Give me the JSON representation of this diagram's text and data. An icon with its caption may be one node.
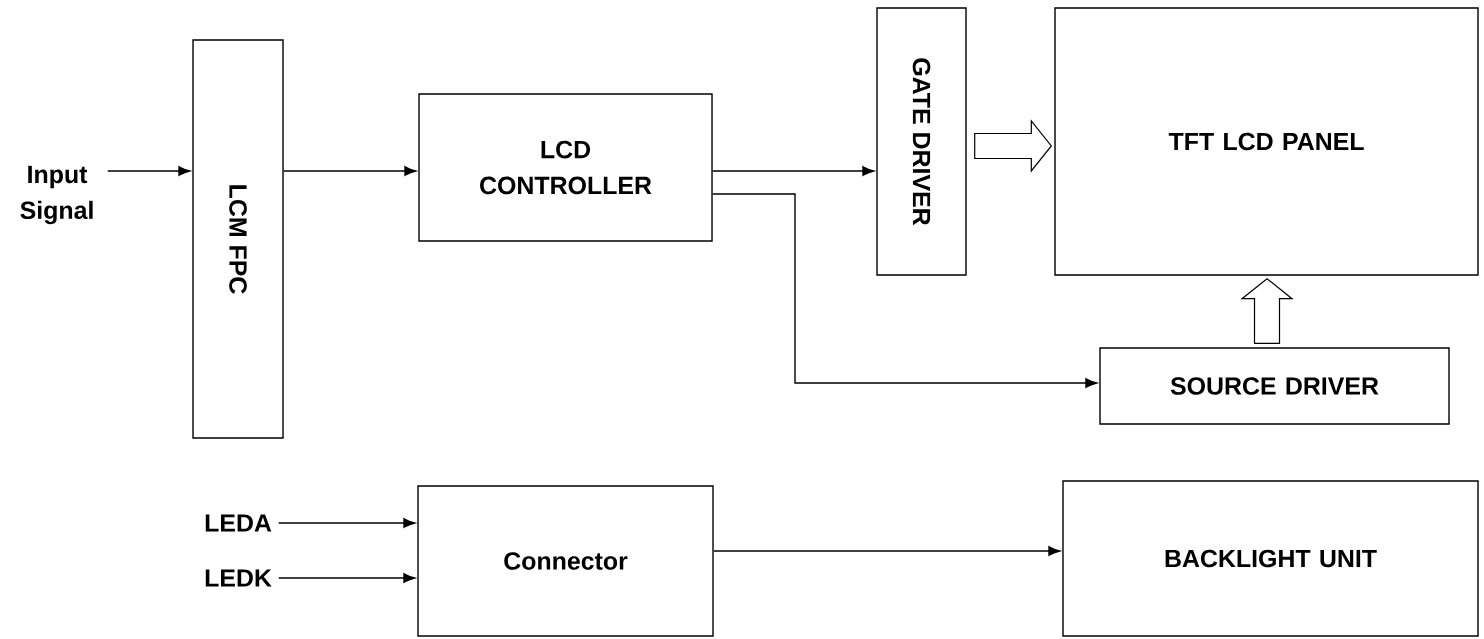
{
  "diagram": {
    "nodes": [
      {
        "text": [
          "Input Signal"
        ]
      },
      {
        "text": [
          "LCM FPC"
        ]
      },
      {
        "text": [
          "LCD CONTROLLER"
        ]
      },
      {
        "text": [
          "GATE DRIVER"
        ]
      },
      {
        "text": [
          "TFT LCD PANEL"
        ]
      },
      {
        "text": [
          "SOURCE DRIVER"
        ]
      },
      {
        "text": [
          "LEDA"
        ]
      },
      {
        "text": [
          "LEDK"
        ]
      },
      {
        "text": [
          "Connector"
        ]
      },
      {
        "text": [
          "BACKLIGHT UNIT"
        ]
      }
    ],
    "edges": [
      {
        "from": 0,
        "to": 1,
        "arrow": "to"
      },
      {
        "from": 1,
        "to": 2,
        "arrow": "to"
      },
      {
        "from": 2,
        "to": 3,
        "arrow": "to"
      },
      {
        "from": 2,
        "to": 5,
        "arrow": "to"
      },
      {
        "from": 3,
        "to": 4,
        "arrow": "to",
        "style": "thick"
      },
      {
        "from": 5,
        "to": 4,
        "arrow": "to",
        "style": "thick"
      },
      {
        "from": 6,
        "to": 8,
        "arrow": "to"
      },
      {
        "from": 7,
        "to": 8,
        "arrow": "to"
      },
      {
        "from": 8,
        "to": 9,
        "arrow": "to"
      }
    ]
  }
}
